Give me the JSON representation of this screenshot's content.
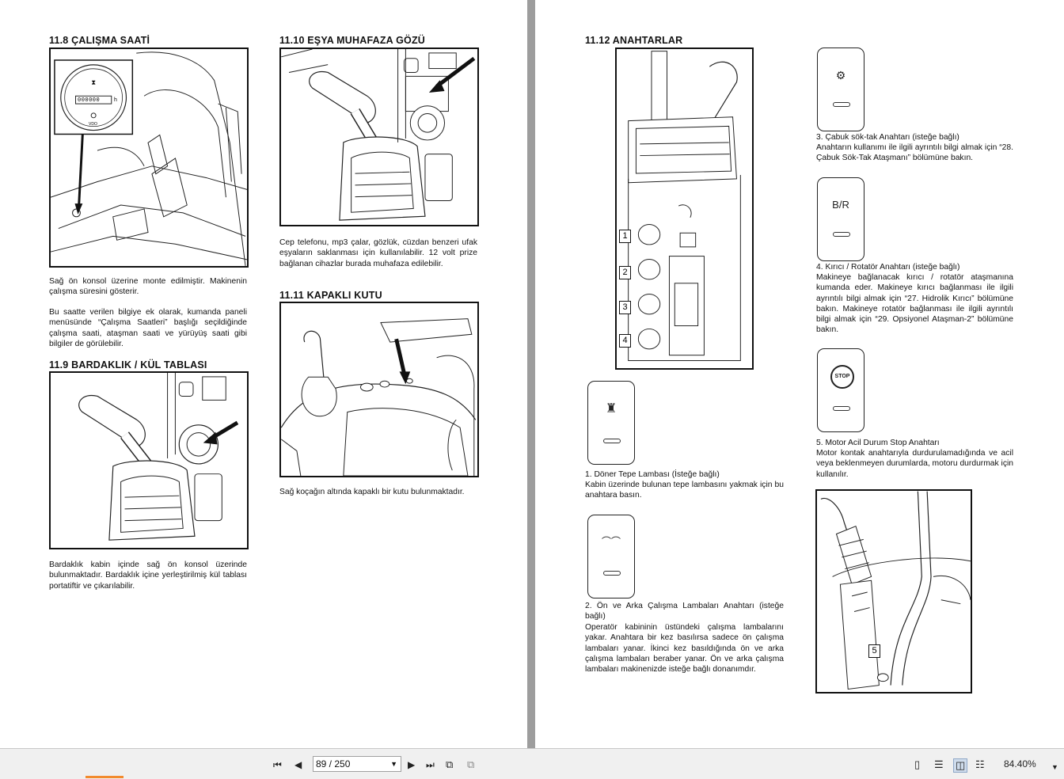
{
  "left_page": {
    "s118": {
      "heading": "11.8 ÇALIŞMA SAATİ",
      "meter_digits": "000000",
      "meter_unit": "h",
      "meter_brand": "VDO",
      "para1": "Sağ ön konsol üzerine monte edilmiştir. Makinenin çalışma süresini gösterir.",
      "para2": "Bu saatte verilen bilgiye ek olarak, kumanda paneli menüsünde “Çalışma Saatleri” başlığı seçildiğinde çalışma saati, ataşman saati ve yürüyüş saati gibi bilgiler de görülebilir."
    },
    "s119": {
      "heading": "11.9 BARDAKLIK / KÜL TABLASI",
      "para": "Bardaklık kabin içinde sağ ön konsol üzerinde bulunmaktadır. Bardaklık içine yerleştirilmiş kül tablası portatiftir ve çıkarılabilir."
    },
    "s1110": {
      "heading": "11.10 EŞYA MUHAFAZA GÖZÜ",
      "para": "Cep telefonu, mp3 çalar, gözlük, cüzdan benzeri ufak eşyaların saklanması için kullanılabilir. 12 volt prize bağlanan cihazlar burada muhafaza edilebilir."
    },
    "s1111": {
      "heading": "11.11 KAPAKLI KUTU",
      "para": "Sağ koçağın altında kapaklı bir kutu bulunmaktadır."
    }
  },
  "right_page": {
    "heading": "11.12 ANAHTARLAR",
    "callouts": [
      "1",
      "2",
      "3",
      "4",
      "5"
    ],
    "switches": [
      {
        "glyph": "beacon-icon",
        "title": "1. Döner Tepe Lambası (İsteğe bağlı)",
        "text": "Kabin üzerinde bulunan tepe lambasını yakmak için bu anahtara basın."
      },
      {
        "glyph": "work-lights-icon",
        "title": "2. Ön ve Arka Çalışma Lambaları Anahtarı (isteğe bağlı)",
        "text": "Operatör kabininin üstündeki çalışma lambalarını yakar. Anahtara bir kez basılırsa sadece ön çalışma lambaları yanar. İkinci kez basıldığında ön ve arka çalışma lambaları beraber yanar. Ön ve arka çalışma lambaları makinenizde isteğe bağlı donanımdır."
      },
      {
        "glyph": "quick-coupler-icon",
        "title": "3. Çabuk sök-tak Anahtarı (isteğe bağlı)",
        "text": "Anahtarın kullanımı ile ilgili ayrıntılı bilgi almak için “28. Çabuk Sök-Tak Ataşmanı” bölümüne bakın."
      },
      {
        "label": "B/R",
        "title": "4. Kırıcı / Rotatör Anahtarı (isteğe bağlı)",
        "text": "Makineye bağlanacak kırıcı / rotatör ataşmanına kumanda eder. Makineye kırıcı bağlanması ile ilgili ayrıntılı bilgi almak için “27. Hidrolik Kırıcı” bölümüne bakın. Makineye rotatör bağlanması ile ilgili ayrıntılı bilgi almak için “29. Opsiyonel Ataşman-2” bölümüne bakın."
      },
      {
        "label": "STOP",
        "title": "5. Motor Acil Durum Stop Anahtarı",
        "text": "Motor kontak anahtarıyla durdurulamadığında ve acil veya beklenmeyen durumlarda, motoru durdurmak için kullanılır."
      }
    ]
  },
  "toolbar": {
    "page_field": "89 / 250",
    "zoom": "84.40%"
  }
}
